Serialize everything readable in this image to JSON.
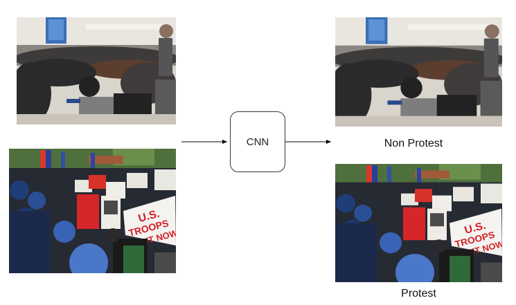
{
  "cnn": {
    "label": "CNN"
  },
  "outputs": {
    "non_protest_label": "Non Protest",
    "protest_label": "Protest"
  },
  "images": {
    "input_top": "crowd-indoor-photo",
    "input_bottom": "street-protest-photo",
    "output_top": "crowd-indoor-photo",
    "output_bottom": "street-protest-photo"
  },
  "sign_texts": {
    "main_sign": "U.S. TROOPS OUT NOW!"
  },
  "colors": {
    "line": "#000000",
    "box_border": "#333333"
  }
}
